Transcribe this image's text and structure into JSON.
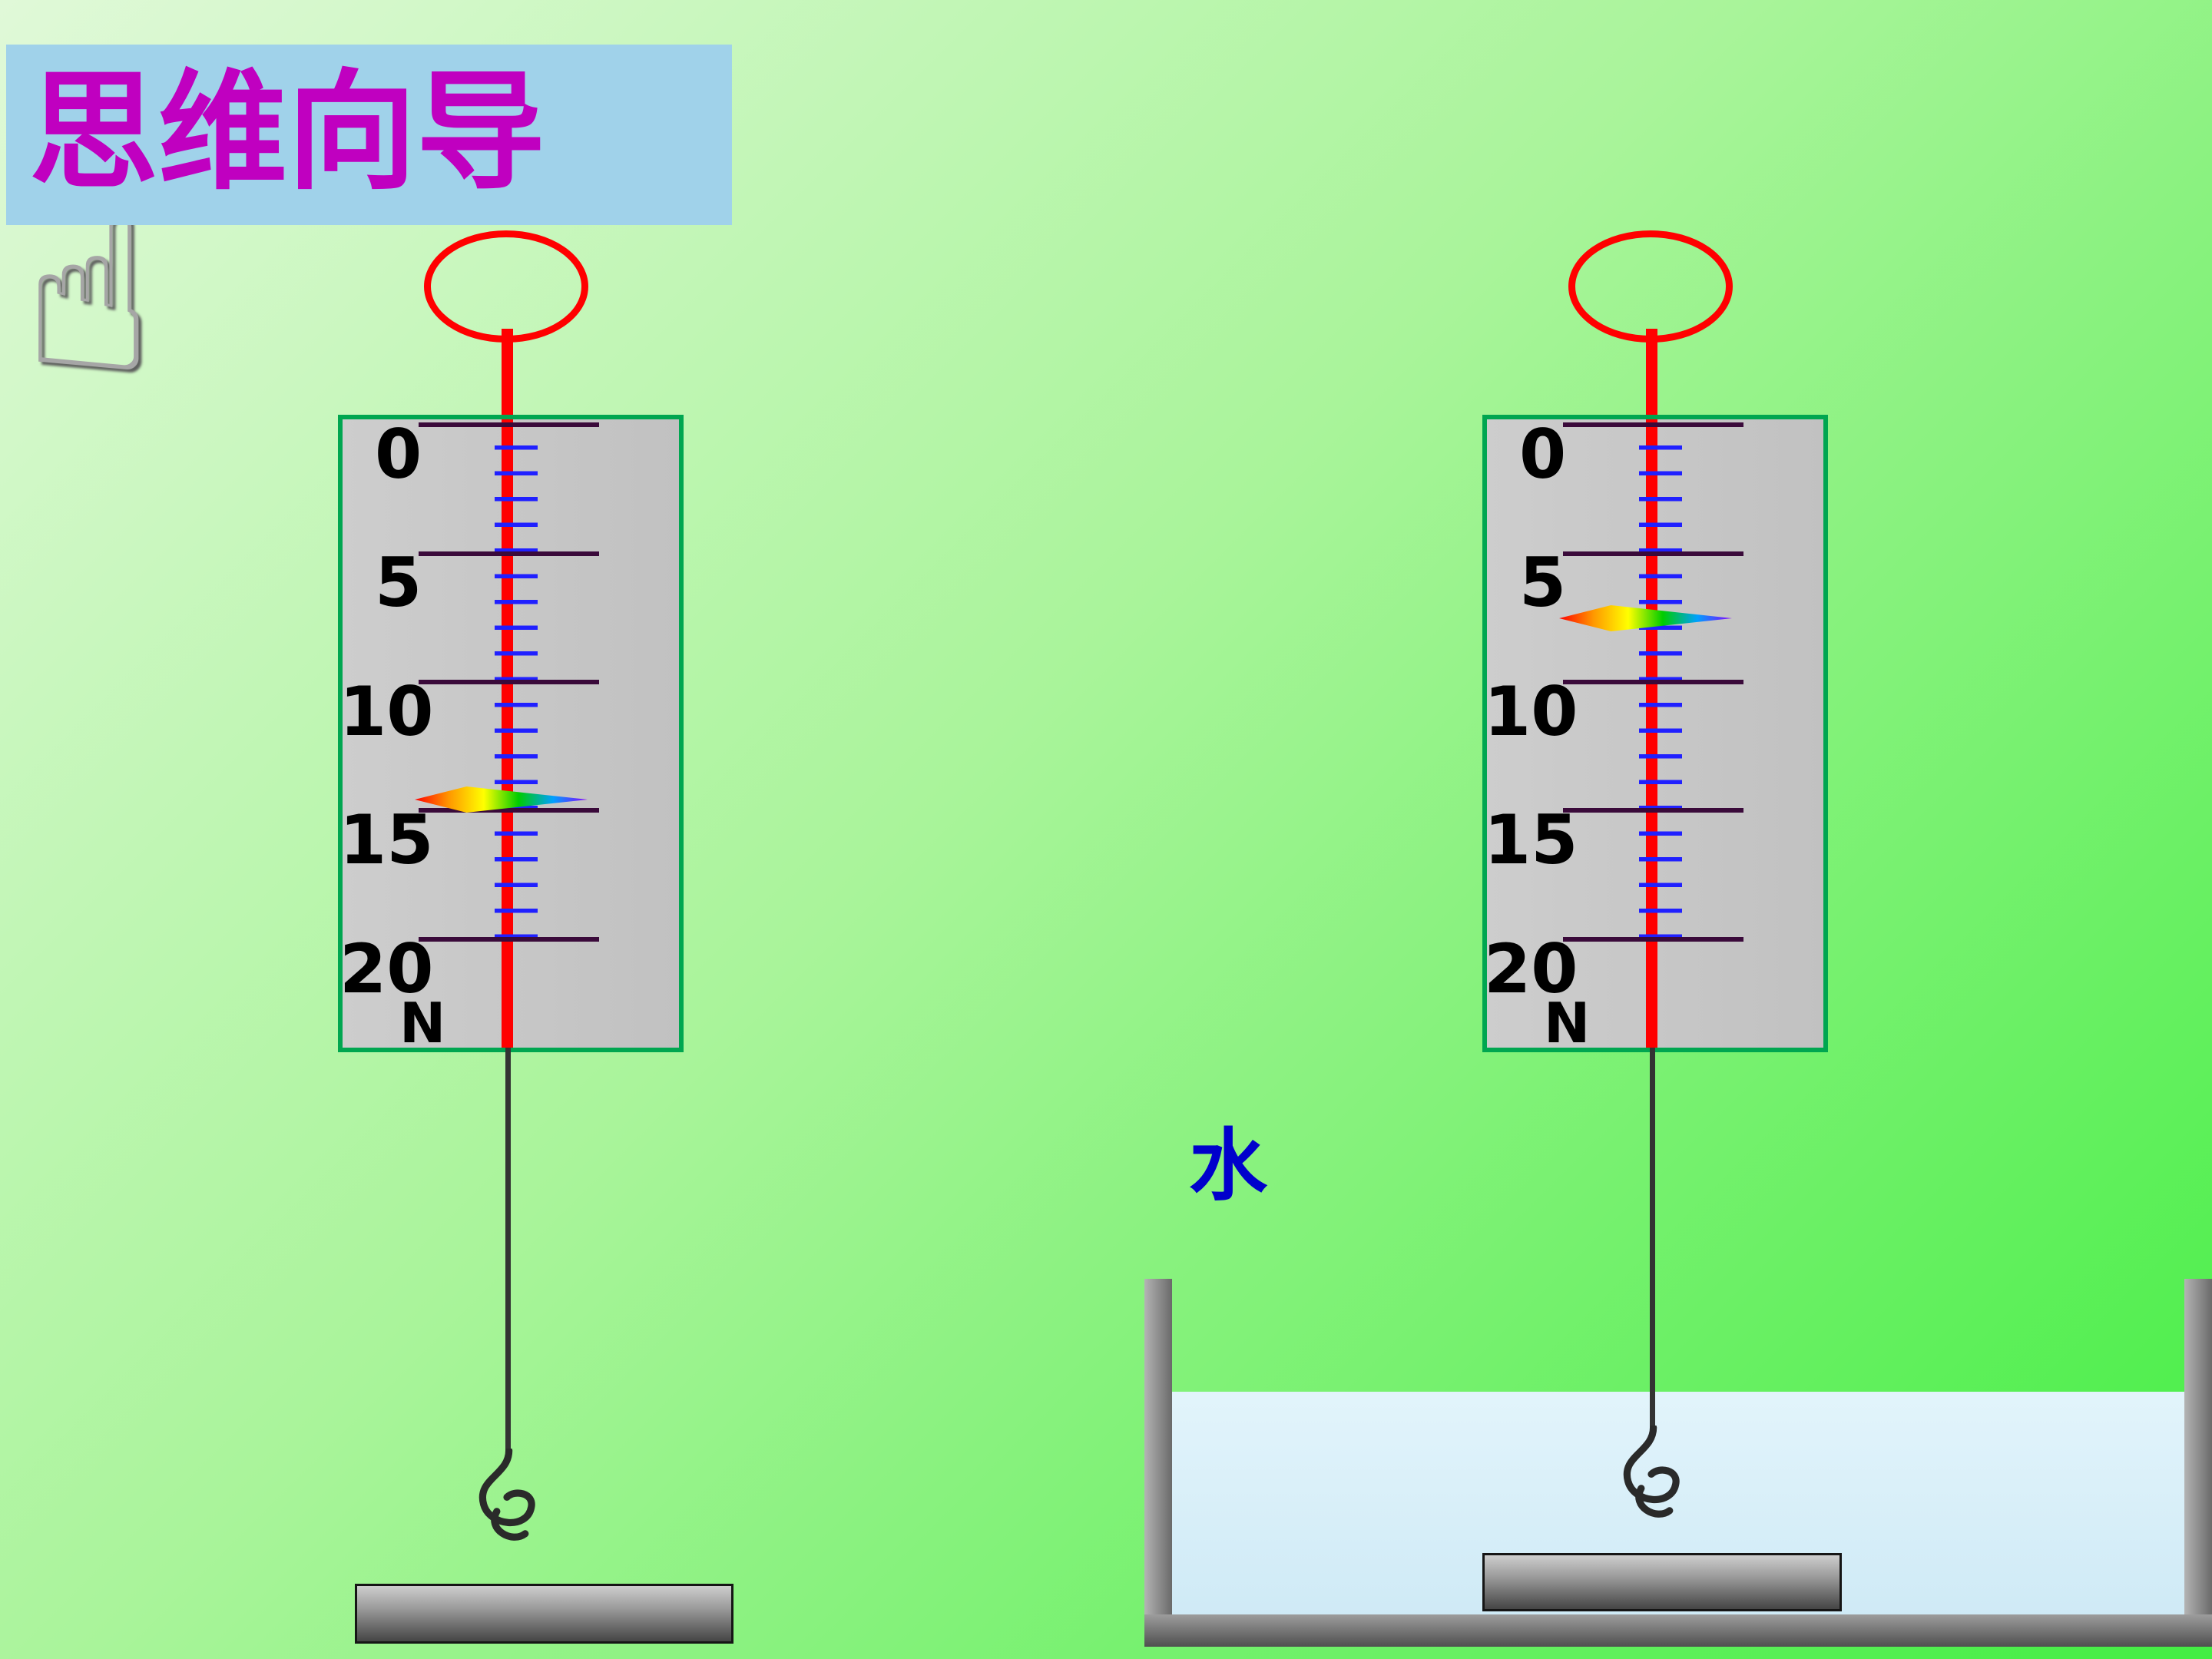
{
  "title": "思维向导",
  "hand_icon": "☝",
  "water_label": "水",
  "left_scale": {
    "tick_labels": [
      "0",
      "5",
      "10",
      "15",
      "20"
    ],
    "unit": "N",
    "pointer_reading_N": 14
  },
  "right_scale": {
    "tick_labels": [
      "0",
      "5",
      "10",
      "15",
      "20"
    ],
    "unit": "N",
    "pointer_reading_N": 7
  },
  "colors": {
    "background_top": "#e0f9d8",
    "background_bottom": "#43ee43",
    "title_bg": "#a0d2ea",
    "title_text": "#c000c0",
    "scale_body": "#c8c8c8",
    "scale_border": "#00a650",
    "spring_line": "#ff0000",
    "ring": "#ff0000",
    "major_tick": "#3a0a3a",
    "minor_tick": "#2020ff",
    "water": "#d6eef8",
    "water_label_text": "#0000cc"
  }
}
